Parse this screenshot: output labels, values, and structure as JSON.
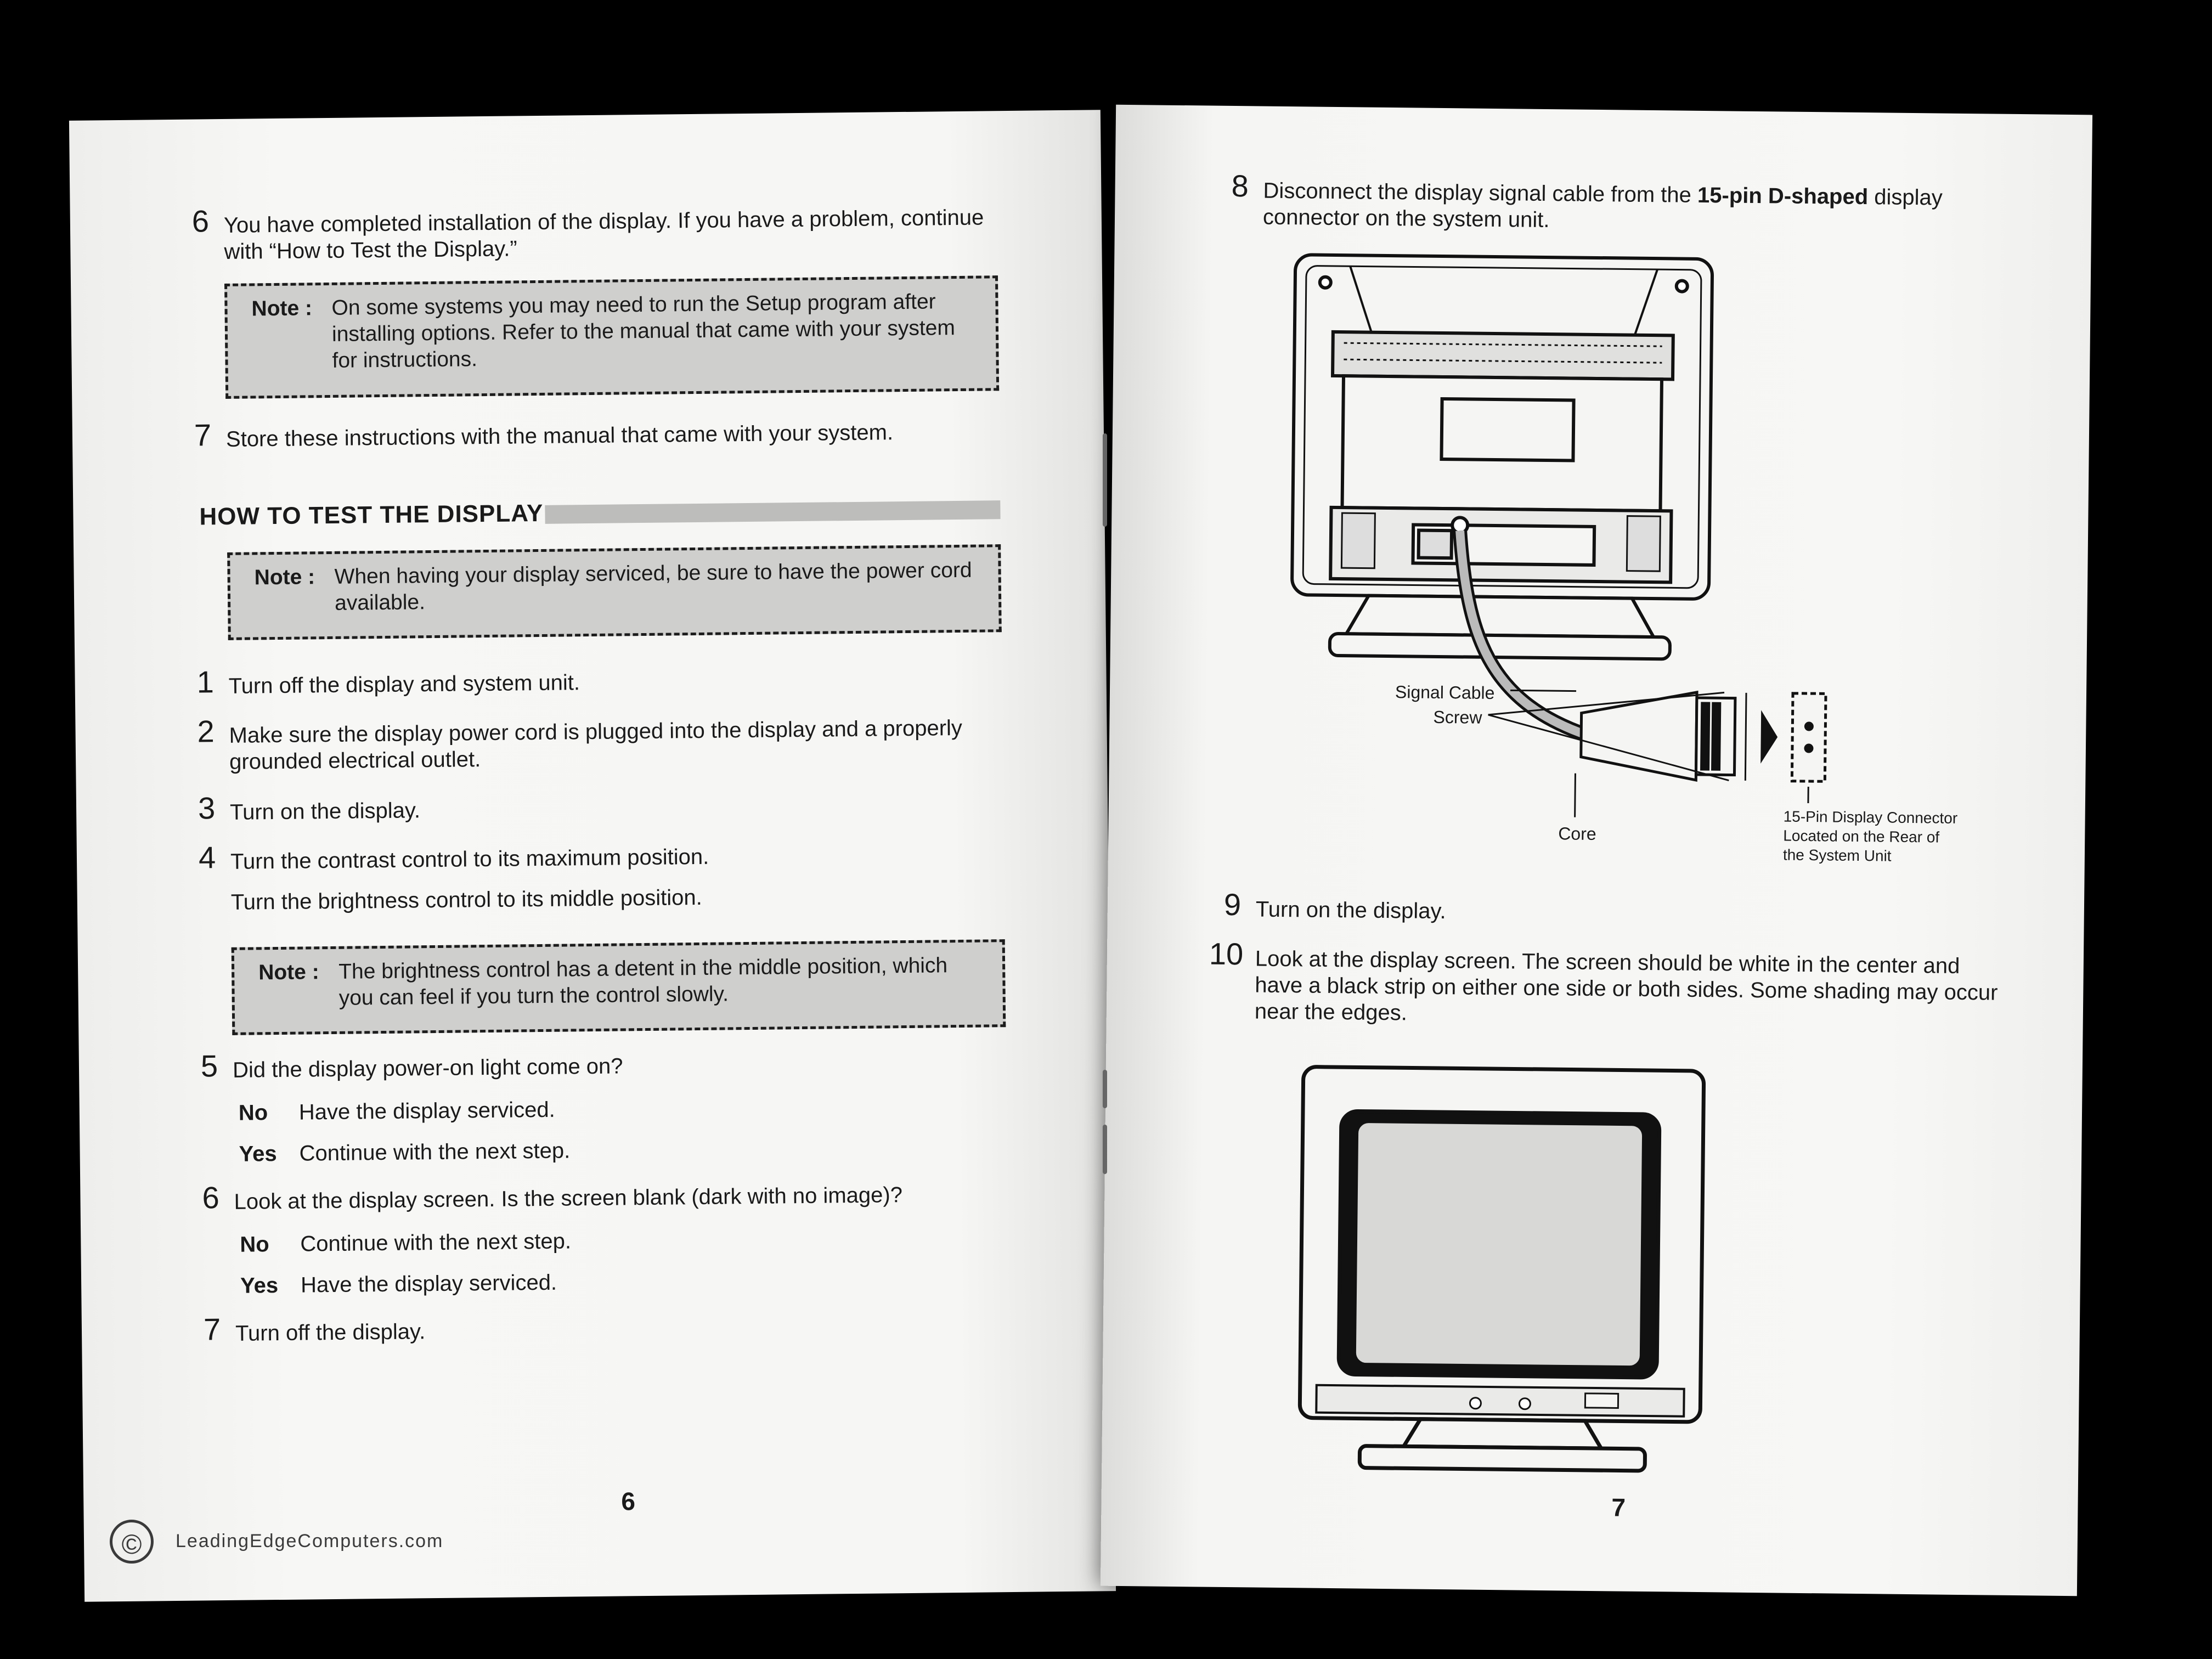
{
  "left": {
    "step6a": {
      "num": "6",
      "text": "You have completed installation of the display. If you have a problem, continue with “How to Test the Display.”"
    },
    "note1": {
      "label": "Note :",
      "text": "On some systems you may need to run the Setup program after installing options. Refer to the manual that came with your system for instructions."
    },
    "step7a": {
      "num": "7",
      "text": "Store these instructions with the manual that came with your system."
    },
    "heading": "HOW TO TEST THE DISPLAY",
    "note2": {
      "label": "Note :",
      "text": "When having your display serviced, be sure to have the power cord available."
    },
    "step1": {
      "num": "1",
      "text": "Turn off the display and system unit."
    },
    "step2": {
      "num": "2",
      "text": "Make sure the display power cord is plugged into the display and a properly grounded electrical outlet."
    },
    "step3": {
      "num": "3",
      "text": "Turn on the display."
    },
    "step4": {
      "num": "4",
      "text": "Turn the contrast control to its maximum position.",
      "text2": "Turn the brightness control to its middle position."
    },
    "note3": {
      "label": "Note :",
      "text": "The brightness control has a detent in the middle position, which you can feel if you turn the control slowly."
    },
    "step5": {
      "num": "5",
      "text": "Did the display power-on light come on?",
      "no_label": "No",
      "no_text": "Have the display serviced.",
      "yes_label": "Yes",
      "yes_text": "Continue with the next step."
    },
    "step6b": {
      "num": "6",
      "text": "Look at the display screen. Is the screen blank (dark with no image)?",
      "no_label": "No",
      "no_text": "Continue with the next step.",
      "yes_label": "Yes",
      "yes_text": "Have the display serviced."
    },
    "step7b": {
      "num": "7",
      "text": "Turn off the display."
    },
    "page_number": "6",
    "watermark": "LeadingEdgeComputers.com"
  },
  "right": {
    "step8": {
      "num": "8",
      "text_pre": "Disconnect the display signal cable from the ",
      "text_bold": "15-pin D-shaped",
      "text_post": " display connector on the system unit."
    },
    "diagram": {
      "signal_cable": "Signal Cable",
      "screw": "Screw",
      "core": "Core",
      "connector_line1": "15-Pin Display Connector",
      "connector_line2": "Located on the Rear of",
      "connector_line3": "the System Unit"
    },
    "step9": {
      "num": "9",
      "text": "Turn on the display."
    },
    "step10": {
      "num": "10",
      "text": "Look at the display screen. The screen should be white in the center and have a black strip on either one side or both sides. Some shading may occur near the edges."
    },
    "page_number": "7"
  }
}
